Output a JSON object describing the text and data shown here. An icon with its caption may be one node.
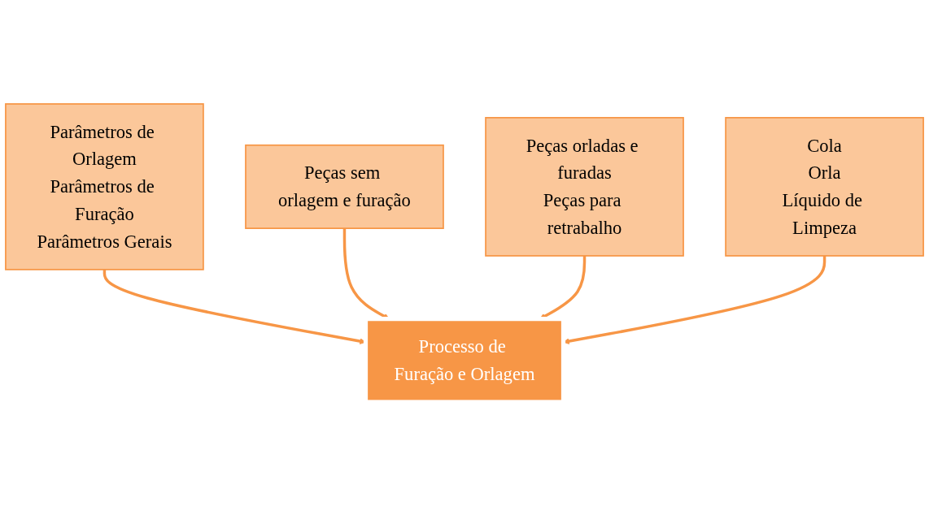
{
  "diagram": {
    "nodes": [
      {
        "text": [
          "Parâmetros de Orlagem",
          "Parâmetros de Furação",
          "Parâmetros Gerais"
        ]
      },
      {
        "text": [
          "Peças sem orlagem e furação"
        ]
      },
      {
        "text": [
          "Processo de Furação e Orlagem"
        ]
      },
      {
        "text": [
          "Peças orladas e furadas",
          "Peças para retrabalho"
        ]
      },
      {
        "text": [
          "Cola",
          "Orla",
          "Líquido de Limpeza"
        ]
      }
    ],
    "edges": [
      {
        "from": 0,
        "to": 2,
        "arrow": "to"
      },
      {
        "from": 1,
        "to": 2,
        "arrow": "to"
      },
      {
        "from": 3,
        "to": 2,
        "arrow": "to"
      },
      {
        "from": 4,
        "to": 2,
        "arrow": "to"
      }
    ]
  }
}
